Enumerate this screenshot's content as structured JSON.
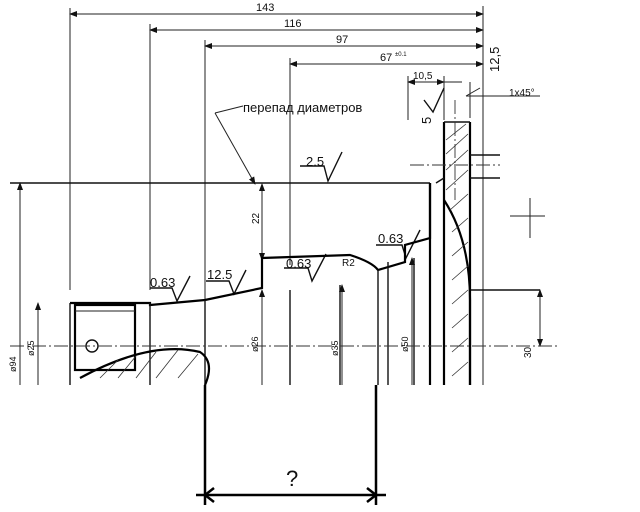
{
  "dimensions": {
    "d143": "143",
    "d116": "116",
    "d97": "97",
    "d67": "67",
    "d67_tol": "±0.1",
    "d10_5": "10,5",
    "d12_5_top": "12,5",
    "chamfer": "1x45°",
    "d22": "22",
    "d30": "30",
    "radius": "R2",
    "unknown": "?"
  },
  "annotation": {
    "diameter_step": "перепад диаметров"
  },
  "roughness": {
    "r5": "5",
    "r2_5": "2.5",
    "r0_63_left": "0.63",
    "r12_5_mid": "12.5",
    "r0_63_mid": "0.63",
    "r0_63_right": "0.63"
  },
  "diameters": {
    "phi94": "ø94",
    "phi25": "ø25",
    "phi26": "ø26",
    "phi35": "ø35",
    "phi50": "ø50"
  }
}
